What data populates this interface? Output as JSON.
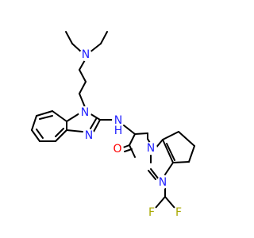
{
  "colors": {
    "bond": "#000000",
    "nitrogen": "#2222ff",
    "oxygen": "#ff0000",
    "fluorine": "#a8a800",
    "hydrogen": "#2222ff",
    "background": "#ffffff"
  },
  "atoms": {
    "n_diethylamine": "N",
    "n_benzimidazole_1": "N",
    "n_benzimidazole_3": "N",
    "nh_amide": "N",
    "h_amide": "H",
    "o_carbonyl": "O",
    "n_pyrazole_1": "N",
    "n_pyrazole_2": "N",
    "f_1": "F",
    "f_2": "F"
  }
}
